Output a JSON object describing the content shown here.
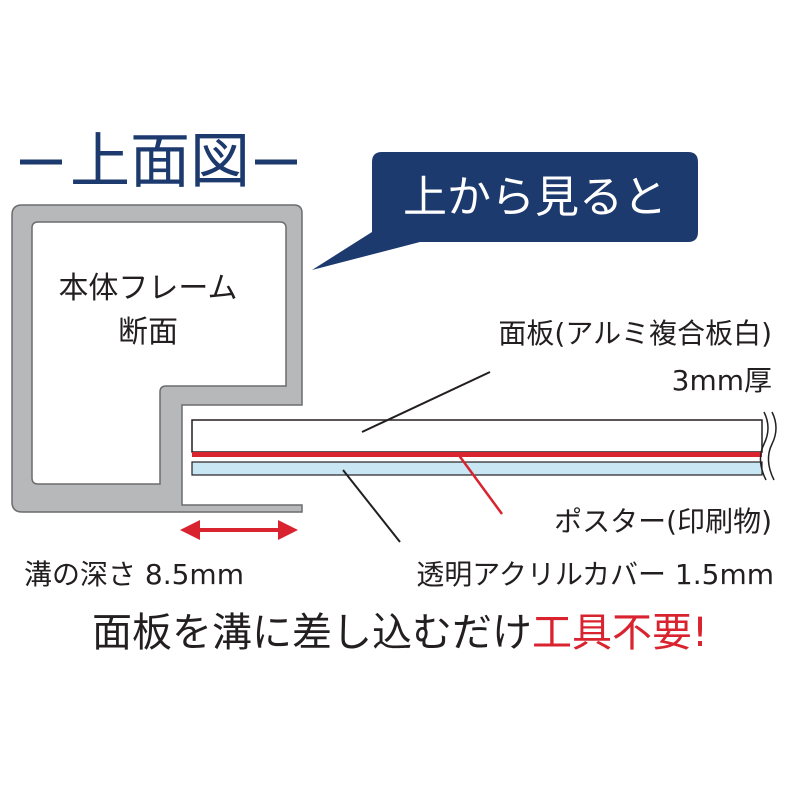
{
  "header": {
    "title": "上面図",
    "callout": "上から見ると"
  },
  "frame": {
    "label_line1": "本体フレーム",
    "label_line2": "断面"
  },
  "labels": {
    "panel_line1": "面板(アルミ複合板白)",
    "panel_line2": "3mm厚",
    "poster": "ポスター(印刷物)",
    "groove_depth": "溝の深さ 8.5mm",
    "acrylic": "透明アクリルカバー 1.5mm"
  },
  "footer": {
    "main": "面板を溝に差し込むだけ",
    "emphasis": "工具不要!"
  },
  "colors": {
    "navy": "#1d3a6e",
    "red": "#d9232f",
    "frame_gray": "#b7b8ba",
    "frame_dark": "#6b6c6e",
    "acrylic_blue": "#c8e6f4",
    "text": "#231f20"
  }
}
